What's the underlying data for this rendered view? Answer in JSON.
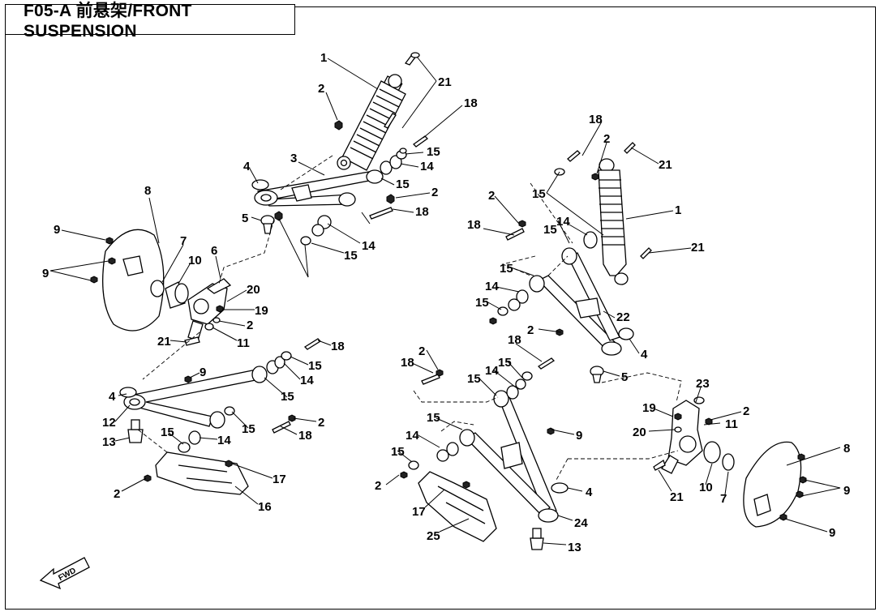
{
  "title": "F05-A 前悬架/FRONT SUSPENSION",
  "fwd_label": "FWD",
  "callouts": [
    {
      "num": "1"
    },
    {
      "num": "2"
    },
    {
      "num": "21"
    },
    {
      "num": "18"
    },
    {
      "num": "15"
    },
    {
      "num": "3"
    },
    {
      "num": "14"
    },
    {
      "num": "4"
    },
    {
      "num": "5"
    },
    {
      "num": "15"
    },
    {
      "num": "2"
    },
    {
      "num": "18"
    },
    {
      "num": "14"
    },
    {
      "num": "15"
    },
    {
      "num": "8"
    },
    {
      "num": "9"
    },
    {
      "num": "9"
    },
    {
      "num": "7"
    },
    {
      "num": "10"
    },
    {
      "num": "6"
    },
    {
      "num": "20"
    },
    {
      "num": "19"
    },
    {
      "num": "2"
    },
    {
      "num": "11"
    },
    {
      "num": "21"
    },
    {
      "num": "18"
    },
    {
      "num": "15"
    },
    {
      "num": "14"
    },
    {
      "num": "9"
    },
    {
      "num": "15"
    },
    {
      "num": "4"
    },
    {
      "num": "12"
    },
    {
      "num": "13"
    },
    {
      "num": "15"
    },
    {
      "num": "14"
    },
    {
      "num": "15"
    },
    {
      "num": "18"
    },
    {
      "num": "2"
    },
    {
      "num": "17"
    },
    {
      "num": "2"
    },
    {
      "num": "16"
    },
    {
      "num": "18"
    },
    {
      "num": "2"
    },
    {
      "num": "21"
    },
    {
      "num": "15"
    },
    {
      "num": "1"
    },
    {
      "num": "2"
    },
    {
      "num": "18"
    },
    {
      "num": "14"
    },
    {
      "num": "15"
    },
    {
      "num": "21"
    },
    {
      "num": "15"
    },
    {
      "num": "14"
    },
    {
      "num": "15"
    },
    {
      "num": "2"
    },
    {
      "num": "22"
    },
    {
      "num": "4"
    },
    {
      "num": "18"
    },
    {
      "num": "2"
    },
    {
      "num": "18"
    },
    {
      "num": "15"
    },
    {
      "num": "14"
    },
    {
      "num": "15"
    },
    {
      "num": "5"
    },
    {
      "num": "15"
    },
    {
      "num": "14"
    },
    {
      "num": "15"
    },
    {
      "num": "9"
    },
    {
      "num": "2"
    },
    {
      "num": "17"
    },
    {
      "num": "4"
    },
    {
      "num": "25"
    },
    {
      "num": "24"
    },
    {
      "num": "13"
    },
    {
      "num": "23"
    },
    {
      "num": "19"
    },
    {
      "num": "2"
    },
    {
      "num": "20"
    },
    {
      "num": "11"
    },
    {
      "num": "8"
    },
    {
      "num": "21"
    },
    {
      "num": "10"
    },
    {
      "num": "7"
    },
    {
      "num": "9"
    },
    {
      "num": "9"
    }
  ]
}
